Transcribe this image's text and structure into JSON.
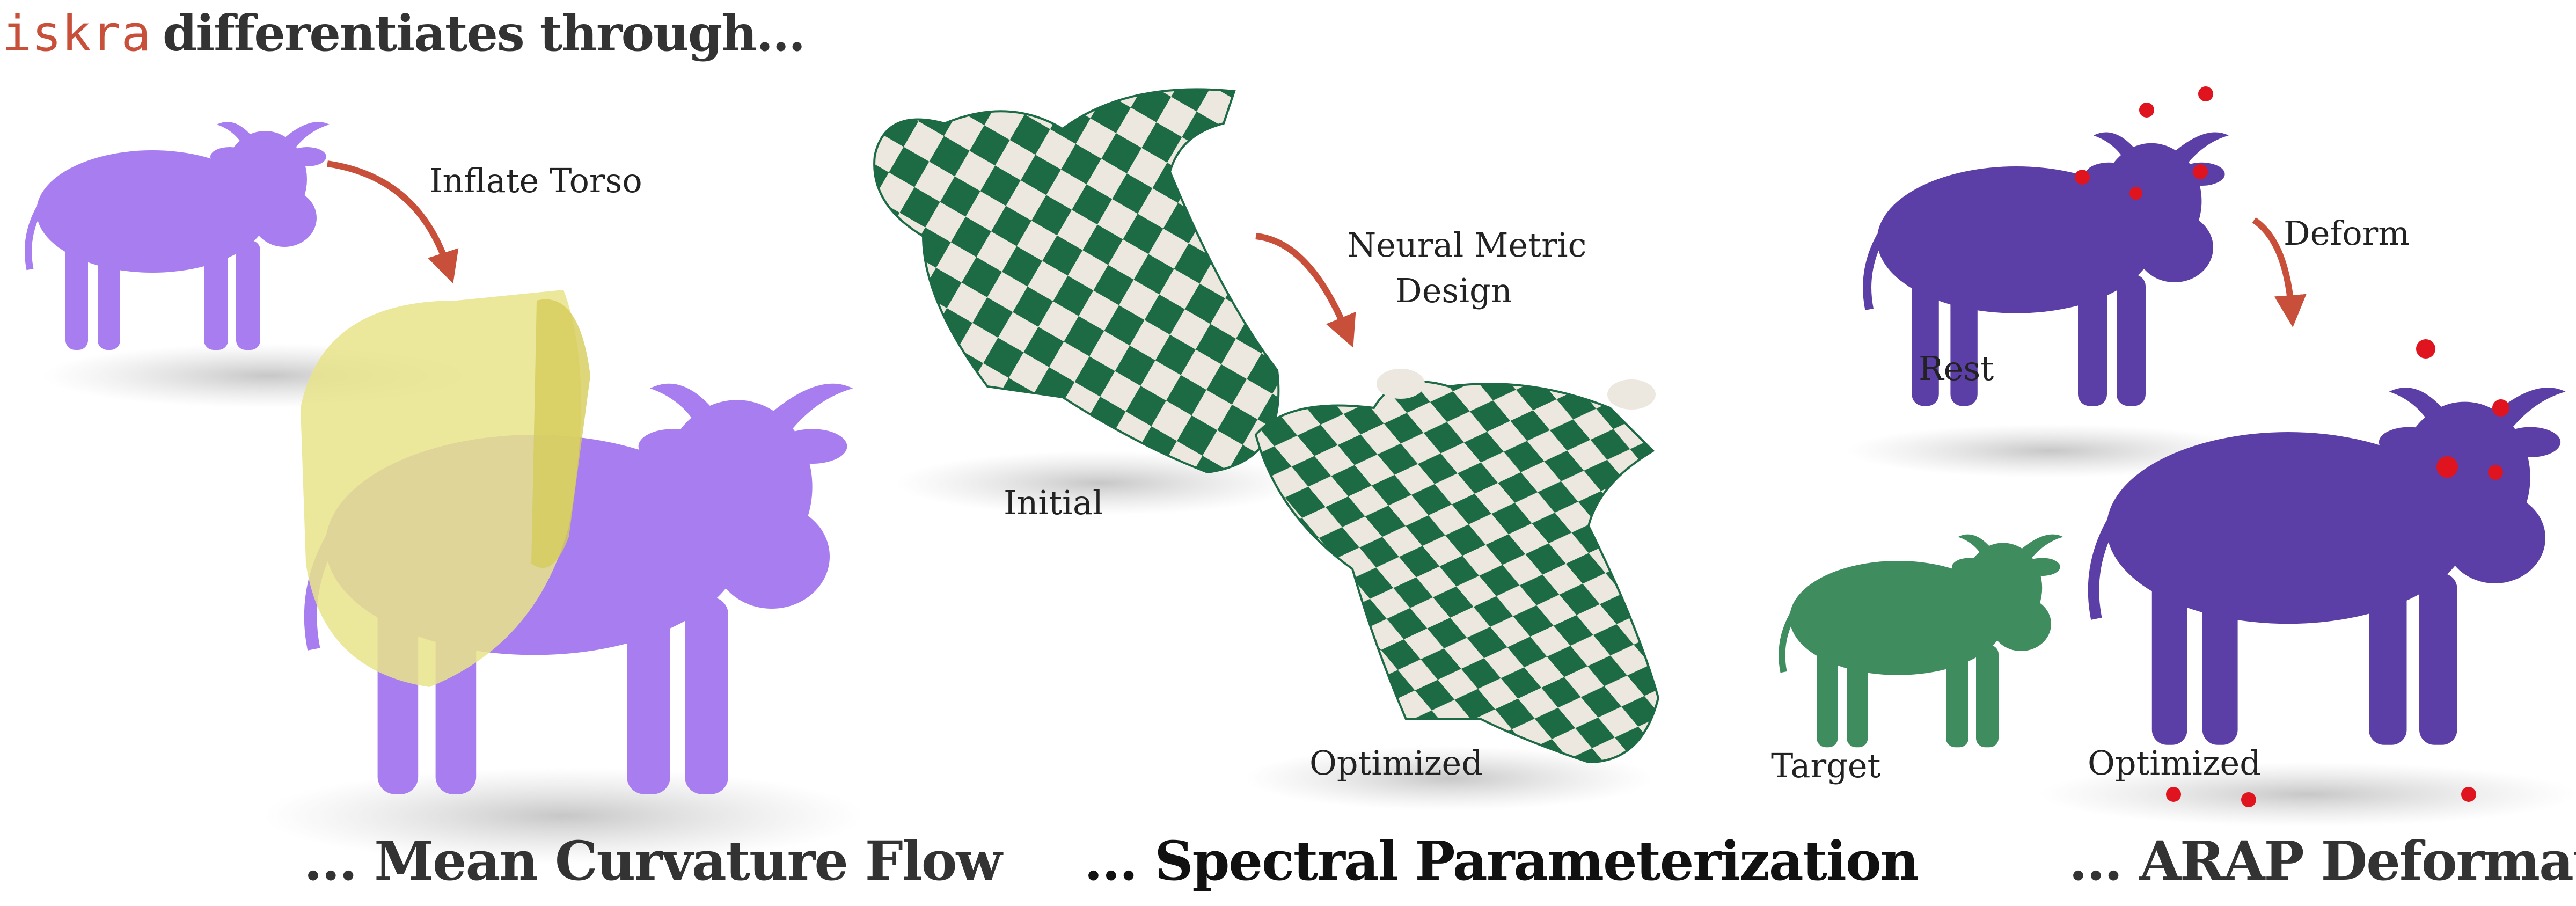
{
  "title": {
    "code_name": "iskra",
    "text": "differentiates through..."
  },
  "panels": [
    {
      "caption": "... Mean Curvature Flow",
      "arrow_label": "Inflate Torso"
    },
    {
      "caption": "... Spectral Parameterization",
      "arrow_label_line1": "Neural Metric",
      "arrow_label_line2": "Design",
      "initial_label": "Initial",
      "optimized_label": "Optimized"
    },
    {
      "caption": "... ARAP Deformation",
      "arrow_label": "Deform",
      "rest_label": "Rest",
      "target_label": "Target",
      "optimized_label": "Optimized"
    }
  ],
  "colors": {
    "accent": "#c8503a",
    "cow_purple": "#a77df0",
    "arap_purple": "#5b3fa6",
    "target_green": "#3f8c5f",
    "checker_green": "#1d6b45",
    "checker_white": "#ece8df",
    "sweater": "#e9e48a",
    "handle_red": "#e0141e"
  }
}
